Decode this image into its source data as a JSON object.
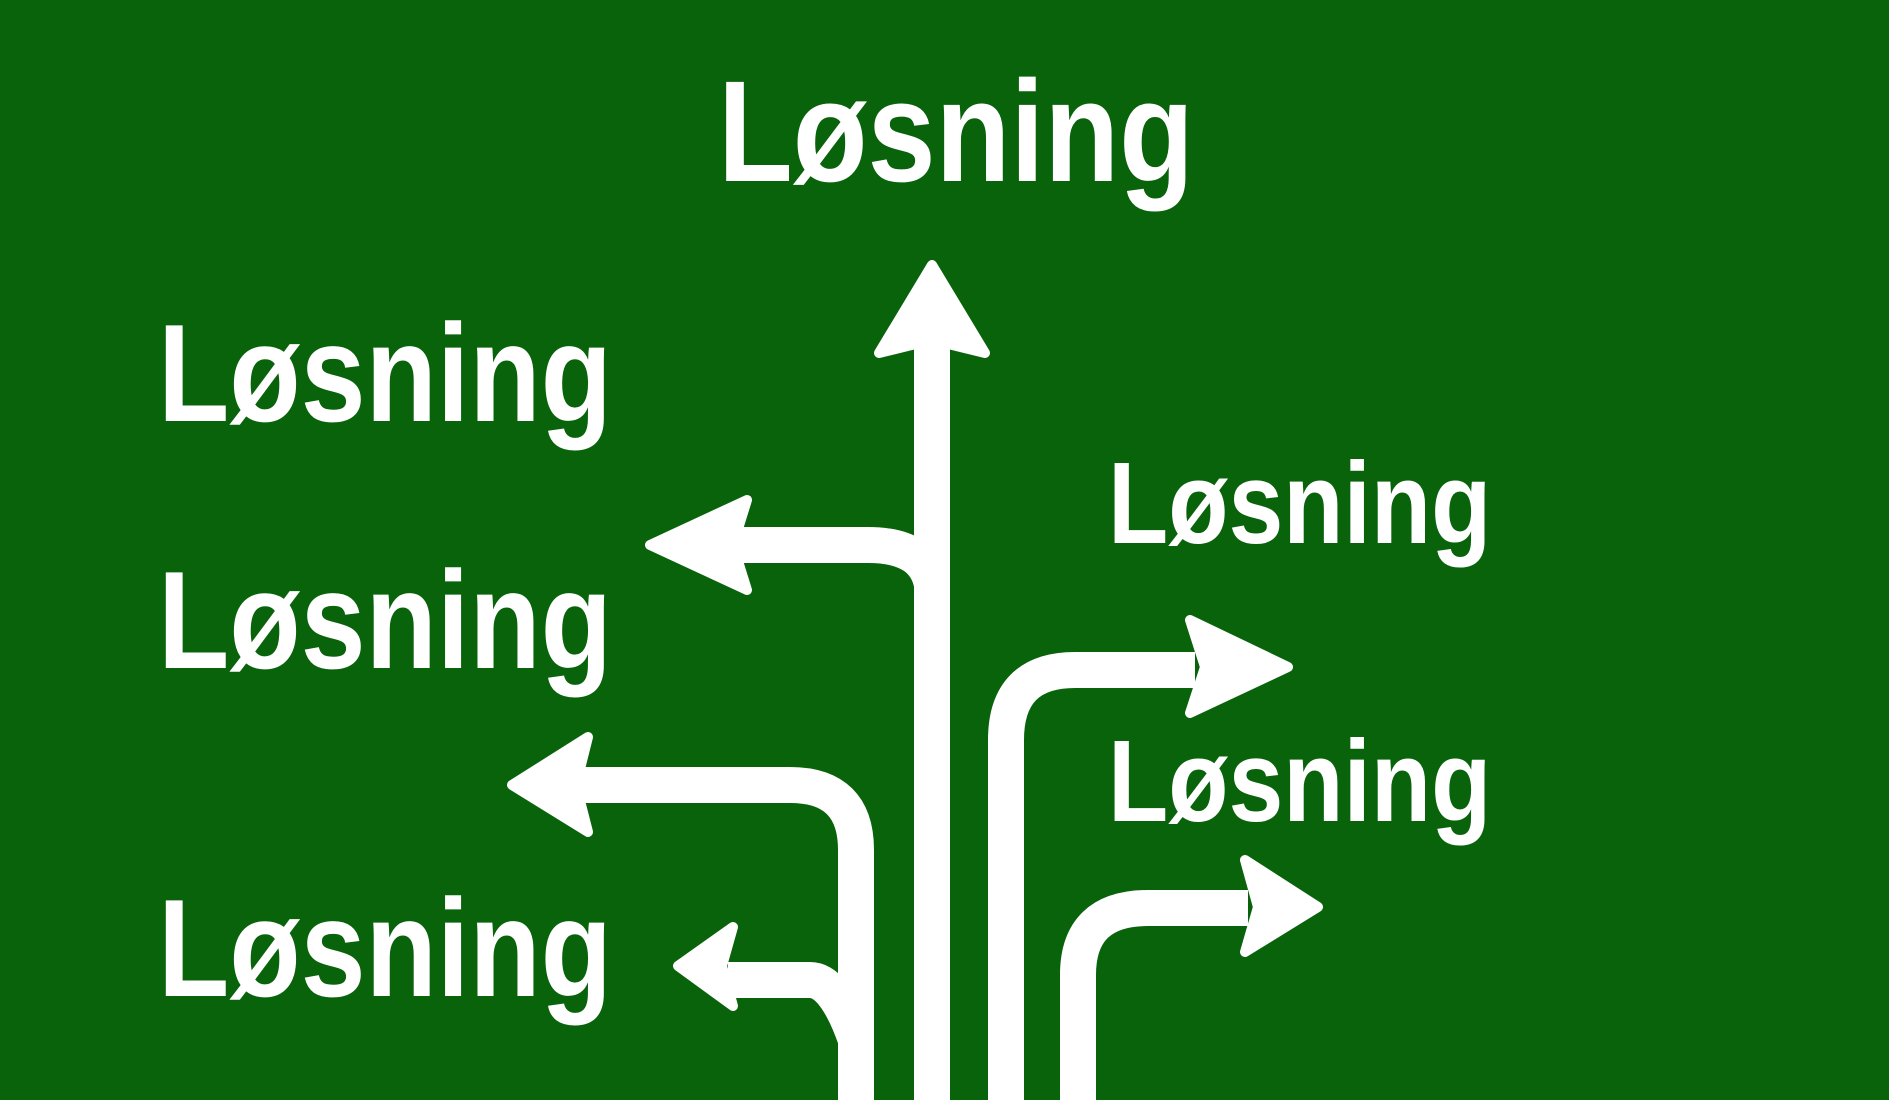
{
  "sign": {
    "background_color": "#08630b",
    "arrow_color": "#ffffff",
    "text_color": "#ffffff",
    "labels": {
      "top": "Løsning",
      "left_1": "Løsning",
      "left_2": "Løsning",
      "left_3": "Løsning",
      "right_1": "Løsning",
      "right_2": "Løsning"
    }
  }
}
